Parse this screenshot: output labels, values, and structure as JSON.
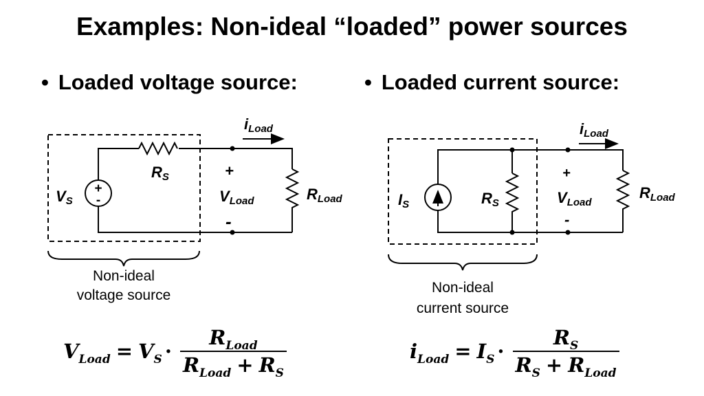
{
  "title": "Examples: Non-ideal “loaded” power sources",
  "bullets": {
    "left": "Loaded voltage source:",
    "right": "Loaded current source:"
  },
  "left_circuit": {
    "current_label": "i",
    "current_sub": "Load",
    "source_label": "V",
    "source_sub": "S",
    "series_resistor": "R",
    "series_resistor_sub": "S",
    "plus": "+",
    "minus": "-",
    "vload": "V",
    "vload_sub": "Load",
    "rload": "R",
    "rload_sub": "Load",
    "brace_label_1": "Non-ideal",
    "brace_label_2": "voltage source"
  },
  "right_circuit": {
    "current_label": "i",
    "current_sub": "Load",
    "source_label": "I",
    "source_sub": "S",
    "shunt_resistor": "R",
    "shunt_resistor_sub": "S",
    "plus": "+",
    "minus": "-",
    "vload": "V",
    "vload_sub": "Load",
    "rload": "R",
    "rload_sub": "Load",
    "brace_label_1": "Non-ideal",
    "brace_label_2": "current source"
  },
  "equation_left": {
    "lhs": "V",
    "lhs_sub": "Load",
    "eq": "=",
    "factor": "V",
    "factor_sub": "S",
    "dot": "·",
    "num": "R",
    "num_sub": "Load",
    "den1": "R",
    "den1_sub": "Load",
    "plus": "+",
    "den2": "R",
    "den2_sub": "S"
  },
  "equation_right": {
    "lhs": "i",
    "lhs_sub": "Load",
    "eq": "=",
    "factor": "I",
    "factor_sub": "S",
    "dot": "·",
    "num": "R",
    "num_sub": "S",
    "den1": "R",
    "den1_sub": "S",
    "plus": "+",
    "den2": "R",
    "den2_sub": "Load"
  }
}
